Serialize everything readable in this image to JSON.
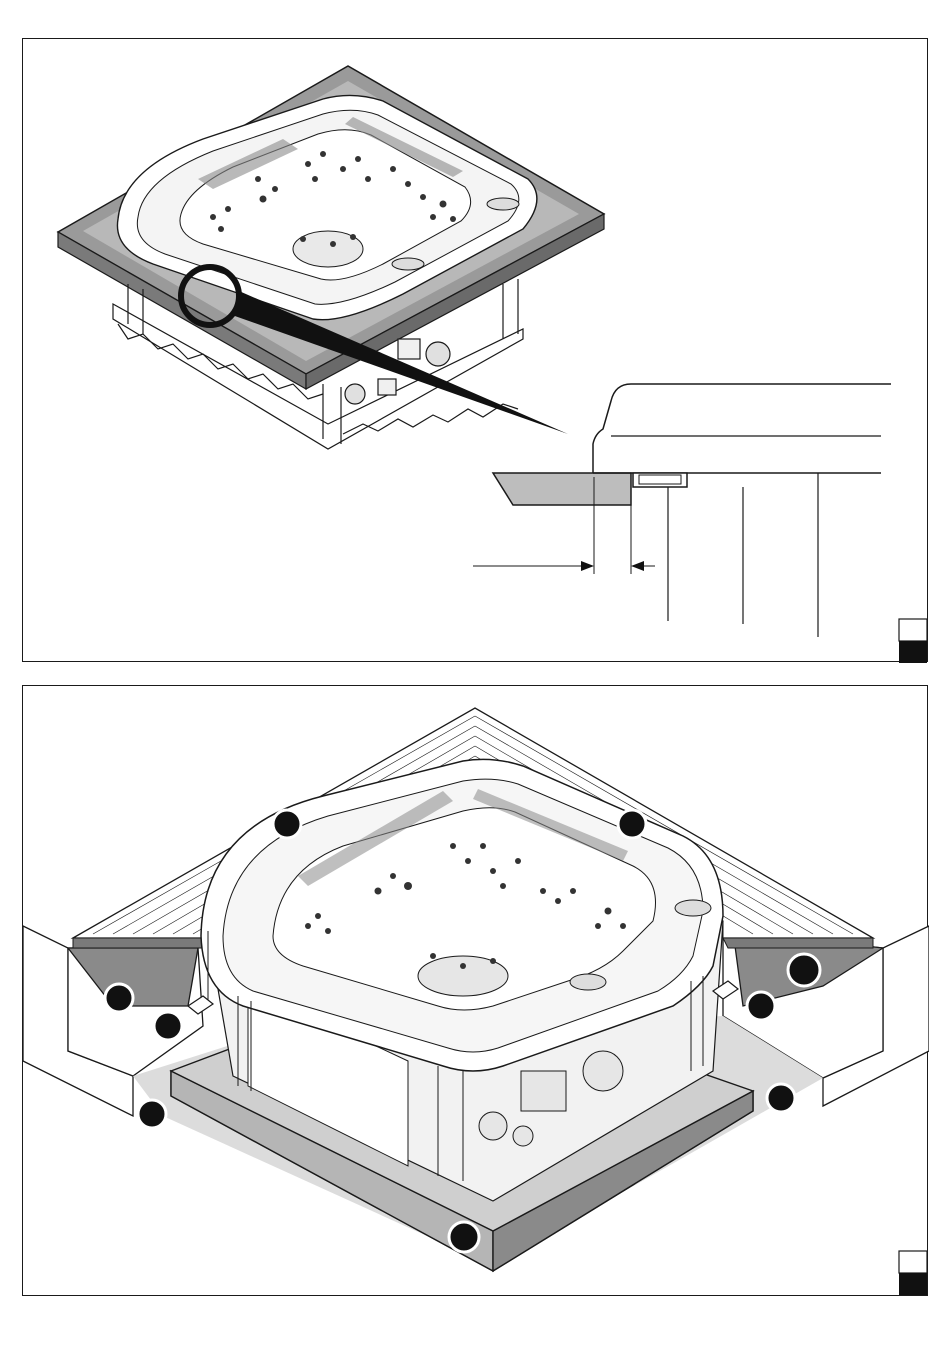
{
  "figures": [
    {
      "id": "figure-1",
      "description_labels": [],
      "callouts": 0
    },
    {
      "id": "figure-2",
      "description_labels": [],
      "callouts": 8
    }
  ],
  "colors": {
    "line": "#1a1a1a",
    "deck_gray": "#9a9a9a",
    "light_gray": "#c8c8c8",
    "dark_gray": "#7a7a7a",
    "white": "#ffffff",
    "black": "#111111"
  },
  "icons": [
    "magnifier-circle-icon",
    "callout-dot-icon",
    "page-tab-icon"
  ]
}
